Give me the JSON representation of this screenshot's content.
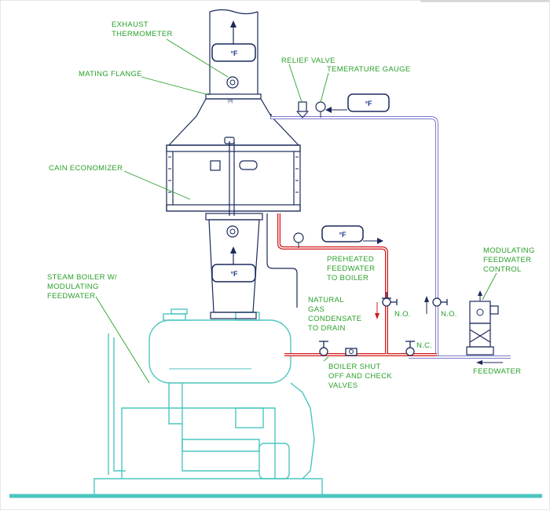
{
  "labels": {
    "exhaust_thermometer": [
      "EXHAUST",
      "THERMOMETER"
    ],
    "mating_flange": "MATING FLANGE",
    "relief_valve": "RELIEF VALVE",
    "temperature_gauge": "TEMERATURE GAUGE",
    "cain_economizer": "CAIN ECONOMIZER",
    "steam_boiler": [
      "STEAM BOILER W/",
      "MODULATING",
      "FEEDWATER"
    ],
    "preheated_feedwater": [
      "PREHEATED",
      "FEEDWATER",
      "TO BOILER"
    ],
    "natural_gas_condensate": [
      "NATURAL",
      "GAS",
      "CONDENSATE",
      "TO DRAIN"
    ],
    "modulating_control": [
      "MODULATING",
      "FEEDWATER",
      "CONTROL"
    ],
    "boiler_shutoff": [
      "BOILER SHUT",
      "OFF AND CHECK",
      "VALVES"
    ],
    "feedwater": "FEEDWATER",
    "valve_no_left": "N.O.",
    "valve_no_right": "N.O.",
    "valve_nc": "N.C."
  },
  "gauges": {
    "stack_top": "°F",
    "relief_line": "°F",
    "preheated_line": "°F",
    "inlet_duct": "°F"
  },
  "colors": {
    "hot_line": "#d11a1a",
    "cold_line": "#7a7ac8",
    "equipment": "#4cc6c0",
    "outline": "#1a2a5a",
    "label": "#2aa02a"
  }
}
